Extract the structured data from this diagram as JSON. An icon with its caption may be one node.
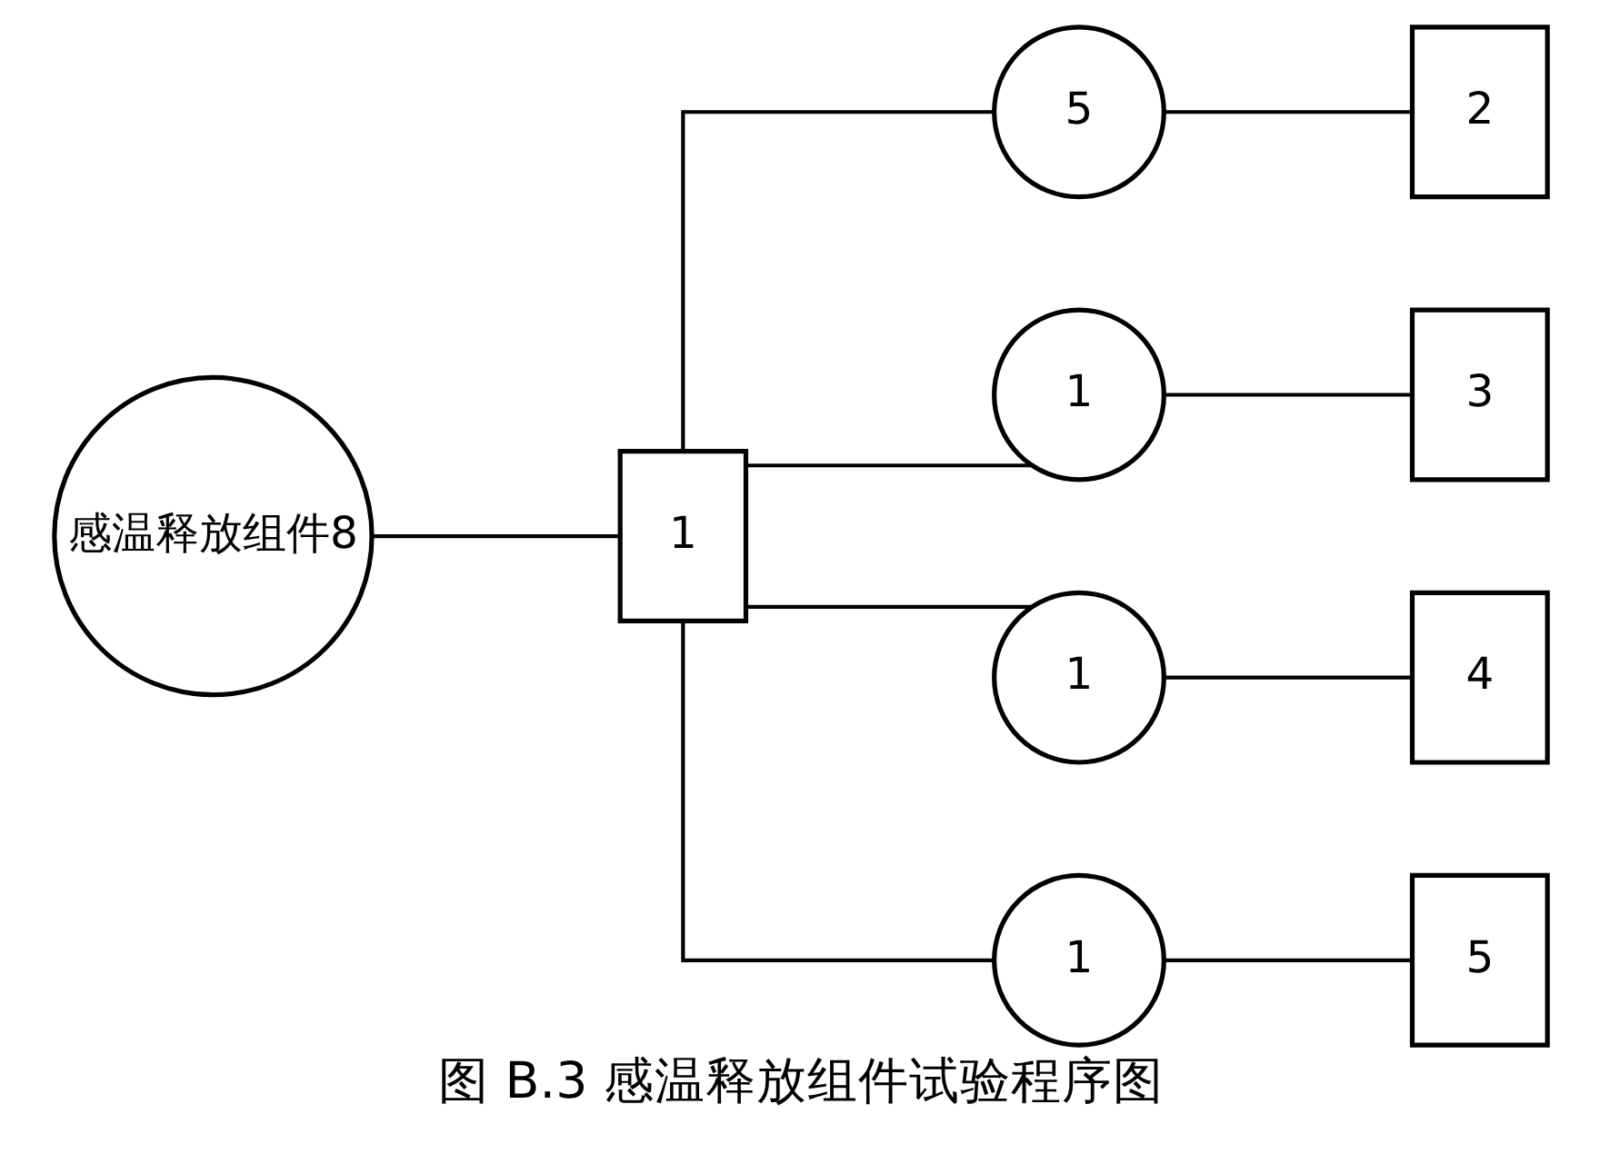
{
  "diagram": {
    "caption": "图 B.3 感温释放组件试验程序图",
    "nodes": [
      {
        "text": [
          "感温释放组件8"
        ]
      },
      {
        "text": [
          "1"
        ]
      },
      {
        "text": [
          "5"
        ]
      },
      {
        "text": [
          "1"
        ]
      },
      {
        "text": [
          "1"
        ]
      },
      {
        "text": [
          "1"
        ]
      },
      {
        "text": [
          "2"
        ]
      },
      {
        "text": [
          "3"
        ]
      },
      {
        "text": [
          "4"
        ]
      },
      {
        "text": [
          "5"
        ]
      }
    ],
    "edges": [
      {
        "from": 0,
        "to": 1,
        "arrow": "none"
      },
      {
        "from": 1,
        "to": 2,
        "arrow": "none"
      },
      {
        "from": 1,
        "to": 3,
        "arrow": "none"
      },
      {
        "from": 1,
        "to": 4,
        "arrow": "none"
      },
      {
        "from": 1,
        "to": 5,
        "arrow": "none"
      },
      {
        "from": 2,
        "to": 6,
        "arrow": "none"
      },
      {
        "from": 3,
        "to": 7,
        "arrow": "none"
      },
      {
        "from": 4,
        "to": 8,
        "arrow": "none"
      },
      {
        "from": 5,
        "to": 9,
        "arrow": "none"
      }
    ]
  }
}
